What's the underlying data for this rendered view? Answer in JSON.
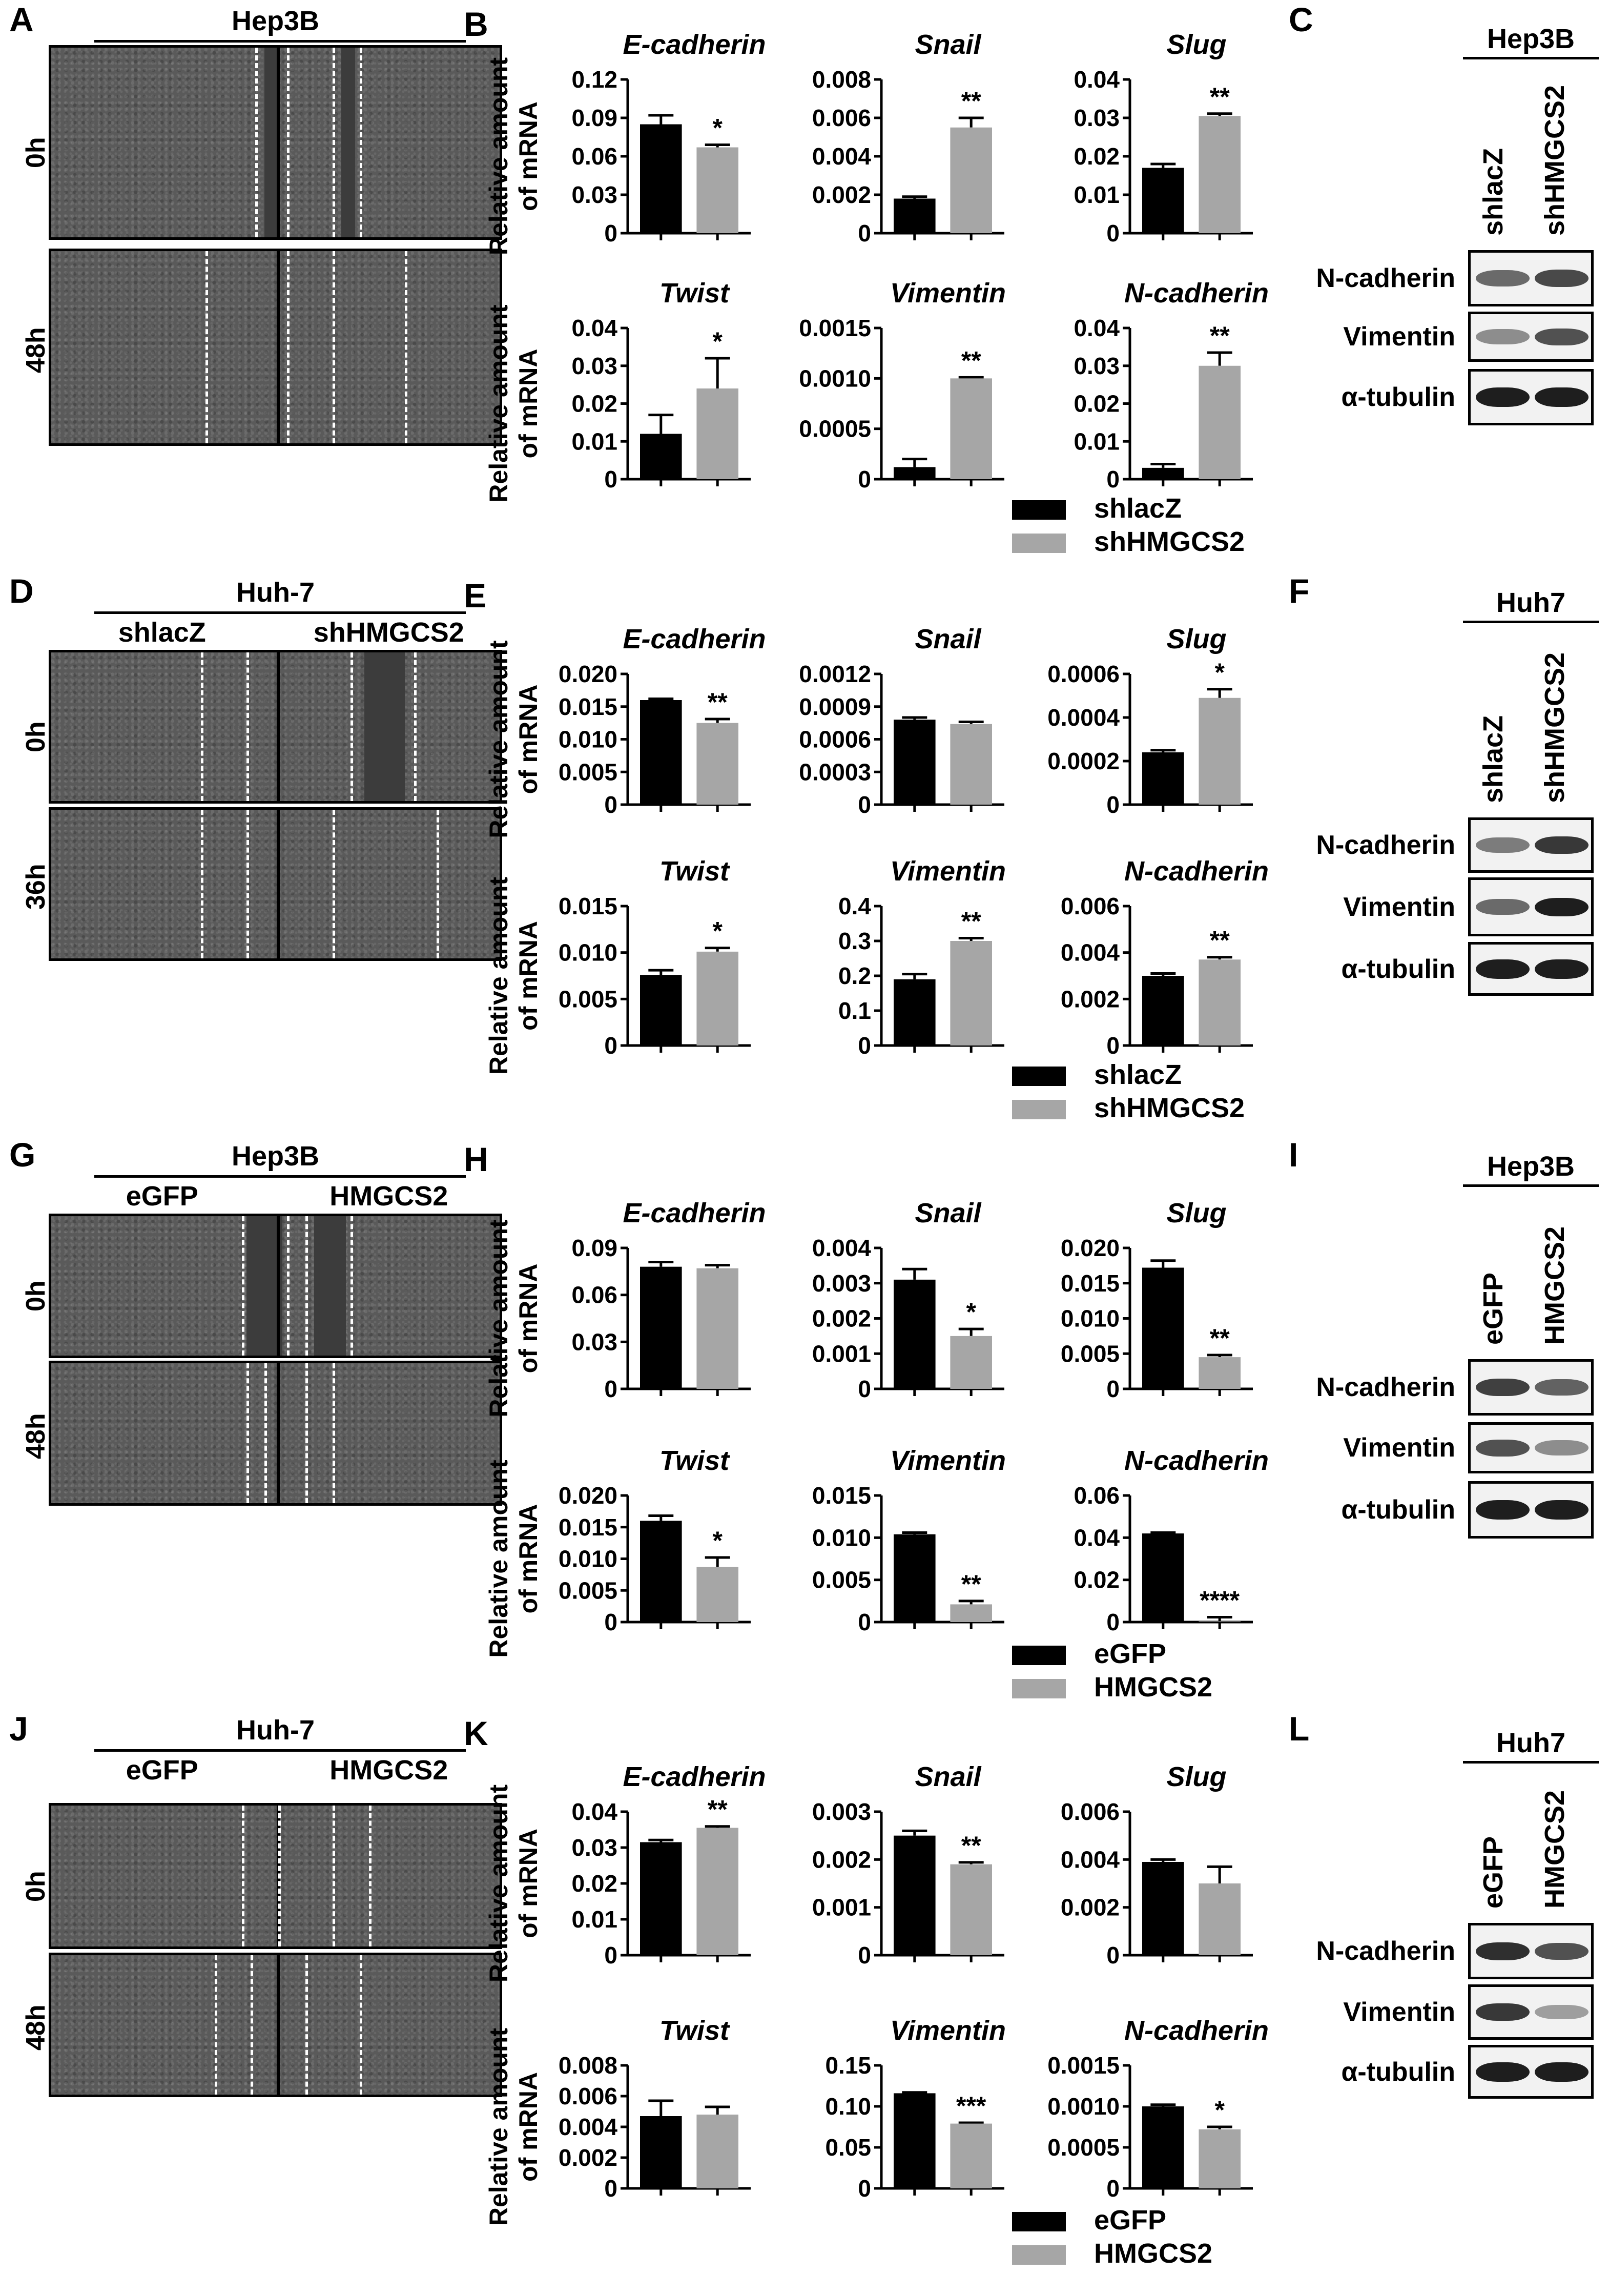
{
  "panels": {
    "A": {
      "letter": "A",
      "cell": "Hep3B",
      "conds": [
        "shlacZ",
        "shHMGCS2"
      ],
      "times": [
        "0h",
        "48h"
      ]
    },
    "C": {
      "letter": "C",
      "cell": "Hep3B",
      "lanes": [
        "shlacZ",
        "shHMGCS2"
      ],
      "proteins": [
        "N-cadherin",
        "Vimentin",
        "α-tubulin"
      ]
    },
    "D": {
      "letter": "D",
      "cell": "Huh-7",
      "conds": [
        "shlacZ",
        "shHMGCS2"
      ],
      "times": [
        "0h",
        "36h"
      ]
    },
    "F": {
      "letter": "F",
      "cell": "Huh7",
      "lanes": [
        "shlacZ",
        "shHMGCS2"
      ],
      "proteins": [
        "N-cadherin",
        "Vimentin",
        "α-tubulin"
      ]
    },
    "G": {
      "letter": "G",
      "cell": "Hep3B",
      "conds": [
        "eGFP",
        "HMGCS2"
      ],
      "times": [
        "0h",
        "48h"
      ]
    },
    "I": {
      "letter": "I",
      "cell": "Hep3B",
      "lanes": [
        "eGFP",
        "HMGCS2"
      ],
      "proteins": [
        "N-cadherin",
        "Vimentin",
        "α-tubulin"
      ]
    },
    "J": {
      "letter": "J",
      "cell": "Huh-7",
      "conds": [
        "eGFP",
        "HMGCS2"
      ],
      "times": [
        "0h",
        "48h"
      ]
    },
    "L": {
      "letter": "L",
      "cell": "Huh7",
      "lanes": [
        "eGFP",
        "HMGCS2"
      ],
      "proteins": [
        "N-cadherin",
        "Vimentin",
        "α-tubulin"
      ]
    }
  },
  "chart_data": [
    {
      "type": "bar",
      "panel": "B",
      "ylabel": "Relative amount of mRNA",
      "legend": [
        "shlacZ",
        "shHMGCS2"
      ],
      "colors": [
        "#000000",
        "#a6a6a6"
      ],
      "charts": [
        {
          "title": "E-cadherin",
          "ylim": [
            0,
            0.12
          ],
          "ticks": [
            "0",
            "0.03",
            "0.06",
            "0.09",
            "0.12"
          ],
          "values": [
            0.085,
            0.067
          ],
          "errors": [
            0.007,
            0.002
          ],
          "sig": "*"
        },
        {
          "title": "Snail",
          "ylim": [
            0,
            0.008
          ],
          "ticks": [
            "0",
            "0.002",
            "0.004",
            "0.006",
            "0.008"
          ],
          "values": [
            0.0018,
            0.0055
          ],
          "errors": [
            0.0001,
            0.0005
          ],
          "sig": "**"
        },
        {
          "title": "Slug",
          "ylim": [
            0,
            0.04
          ],
          "ticks": [
            "0",
            "0.01",
            "0.02",
            "0.03",
            "0.04"
          ],
          "values": [
            0.017,
            0.0305
          ],
          "errors": [
            0.001,
            0.0006
          ],
          "sig": "**"
        },
        {
          "title": "Twist",
          "ylim": [
            0,
            0.04
          ],
          "ticks": [
            "0",
            "0.01",
            "0.02",
            "0.03",
            "0.04"
          ],
          "values": [
            0.012,
            0.024
          ],
          "errors": [
            0.005,
            0.008
          ],
          "sig": "*"
        },
        {
          "title": "Vimentin",
          "ylim": [
            0,
            0.0015
          ],
          "ticks": [
            "0",
            "0.0005",
            "0.0010",
            "0.0015"
          ],
          "values": [
            0.00012,
            0.001
          ],
          "errors": [
            8e-05,
            1e-05
          ],
          "sig": "**"
        },
        {
          "title": "N-cadherin",
          "ylim": [
            0,
            0.04
          ],
          "ticks": [
            "0",
            "0.01",
            "0.02",
            "0.03",
            "0.04"
          ],
          "values": [
            0.003,
            0.03
          ],
          "errors": [
            0.001,
            0.0035
          ],
          "sig": "**"
        }
      ]
    },
    {
      "type": "bar",
      "panel": "E",
      "ylabel": "Relative amount of mRNA",
      "legend": [
        "shlacZ",
        "shHMGCS2"
      ],
      "colors": [
        "#000000",
        "#a6a6a6"
      ],
      "charts": [
        {
          "title": "E-cadherin",
          "ylim": [
            0,
            0.02
          ],
          "ticks": [
            "0",
            "0.005",
            "0.010",
            "0.015",
            "0.020"
          ],
          "values": [
            0.016,
            0.0125
          ],
          "errors": [
            0.0002,
            0.0006
          ],
          "sig": "**"
        },
        {
          "title": "Snail",
          "ylim": [
            0,
            0.0012
          ],
          "ticks": [
            "0",
            "0.0003",
            "0.0006",
            "0.0009",
            "0.0012"
          ],
          "values": [
            0.00078,
            0.00074
          ],
          "errors": [
            2e-05,
            2e-05
          ],
          "sig": ""
        },
        {
          "title": "Slug",
          "ylim": [
            0,
            0.0006
          ],
          "ticks": [
            "0",
            "0.0002",
            "0.0004",
            "0.0006"
          ],
          "values": [
            0.00024,
            0.00049
          ],
          "errors": [
            1e-05,
            4e-05
          ],
          "sig": "*"
        },
        {
          "title": "Twist",
          "ylim": [
            0,
            0.015
          ],
          "ticks": [
            "0",
            "0.005",
            "0.010",
            "0.015"
          ],
          "values": [
            0.0076,
            0.0101
          ],
          "errors": [
            0.0005,
            0.0004
          ],
          "sig": "*"
        },
        {
          "title": "Vimentin",
          "ylim": [
            0,
            0.4
          ],
          "ticks": [
            "0",
            "0.1",
            "0.2",
            "0.3",
            "0.4"
          ],
          "values": [
            0.19,
            0.3
          ],
          "errors": [
            0.015,
            0.008
          ],
          "sig": "**"
        },
        {
          "title": "N-cadherin",
          "ylim": [
            0,
            0.006
          ],
          "ticks": [
            "0",
            "0.002",
            "0.004",
            "0.006"
          ],
          "values": [
            0.003,
            0.0037
          ],
          "errors": [
            0.0001,
            0.0001
          ],
          "sig": "**"
        }
      ]
    },
    {
      "type": "bar",
      "panel": "H",
      "ylabel": "Relative amount of mRNA",
      "legend": [
        "eGFP",
        "HMGCS2"
      ],
      "colors": [
        "#000000",
        "#a6a6a6"
      ],
      "charts": [
        {
          "title": "E-cadherin",
          "ylim": [
            0,
            0.09
          ],
          "ticks": [
            "0",
            "0.03",
            "0.06",
            "0.09"
          ],
          "values": [
            0.078,
            0.077
          ],
          "errors": [
            0.003,
            0.002
          ],
          "sig": ""
        },
        {
          "title": "Snail",
          "ylim": [
            0,
            0.004
          ],
          "ticks": [
            "0",
            "0.001",
            "0.002",
            "0.003",
            "0.004"
          ],
          "values": [
            0.0031,
            0.0015
          ],
          "errors": [
            0.0003,
            0.0002
          ],
          "sig": "*"
        },
        {
          "title": "Slug",
          "ylim": [
            0,
            0.02
          ],
          "ticks": [
            "0",
            "0.005",
            "0.010",
            "0.015",
            "0.020"
          ],
          "values": [
            0.0172,
            0.0045
          ],
          "errors": [
            0.001,
            0.0003
          ],
          "sig": "**"
        },
        {
          "title": "Twist",
          "ylim": [
            0,
            0.02
          ],
          "ticks": [
            "0",
            "0.005",
            "0.010",
            "0.015",
            "0.020"
          ],
          "values": [
            0.016,
            0.0087
          ],
          "errors": [
            0.0008,
            0.0015
          ],
          "sig": "*"
        },
        {
          "title": "Vimentin",
          "ylim": [
            0,
            0.015
          ],
          "ticks": [
            "0",
            "0.005",
            "0.010",
            "0.015"
          ],
          "values": [
            0.0104,
            0.0021
          ],
          "errors": [
            0.0002,
            0.0004
          ],
          "sig": "**"
        },
        {
          "title": "N-cadherin",
          "ylim": [
            0,
            0.06
          ],
          "ticks": [
            "0",
            "0.02",
            "0.04",
            "0.06"
          ],
          "values": [
            0.042,
            0.0003
          ],
          "errors": [
            0.0004,
            0.002
          ],
          "sig": "****"
        }
      ]
    },
    {
      "type": "bar",
      "panel": "K",
      "ylabel": "Relative amount of mRNA",
      "legend": [
        "eGFP",
        "HMGCS2"
      ],
      "colors": [
        "#000000",
        "#a6a6a6"
      ],
      "charts": [
        {
          "title": "E-cadherin",
          "ylim": [
            0,
            0.04
          ],
          "ticks": [
            "0",
            "0.01",
            "0.02",
            "0.03",
            "0.04"
          ],
          "values": [
            0.0315,
            0.0355
          ],
          "errors": [
            0.0006,
            0.0004
          ],
          "sig": "**"
        },
        {
          "title": "Snail",
          "ylim": [
            0,
            0.003
          ],
          "ticks": [
            "0",
            "0.001",
            "0.002",
            "0.003"
          ],
          "values": [
            0.0025,
            0.0019
          ],
          "errors": [
            0.0001,
            4e-05
          ],
          "sig": "**"
        },
        {
          "title": "Slug",
          "ylim": [
            0,
            0.006
          ],
          "ticks": [
            "0",
            "0.002",
            "0.004",
            "0.006"
          ],
          "values": [
            0.0039,
            0.003
          ],
          "errors": [
            0.0001,
            0.0007
          ],
          "sig": ""
        },
        {
          "title": "Twist",
          "ylim": [
            0,
            0.008
          ],
          "ticks": [
            "0",
            "0.002",
            "0.004",
            "0.006",
            "0.008"
          ],
          "values": [
            0.0047,
            0.0048
          ],
          "errors": [
            0.001,
            0.0005
          ],
          "sig": ""
        },
        {
          "title": "Vimentin",
          "ylim": [
            0,
            0.15
          ],
          "ticks": [
            "0",
            "0.05",
            "0.10",
            "0.15"
          ],
          "values": [
            0.116,
            0.079
          ],
          "errors": [
            0.001,
            0.001
          ],
          "sig": "***"
        },
        {
          "title": "N-cadherin",
          "ylim": [
            0,
            0.0015
          ],
          "ticks": [
            "0",
            "0.0005",
            "0.0010",
            "0.0015"
          ],
          "values": [
            0.001,
            0.00072
          ],
          "errors": [
            2e-05,
            3e-05
          ],
          "sig": "*"
        }
      ]
    }
  ]
}
